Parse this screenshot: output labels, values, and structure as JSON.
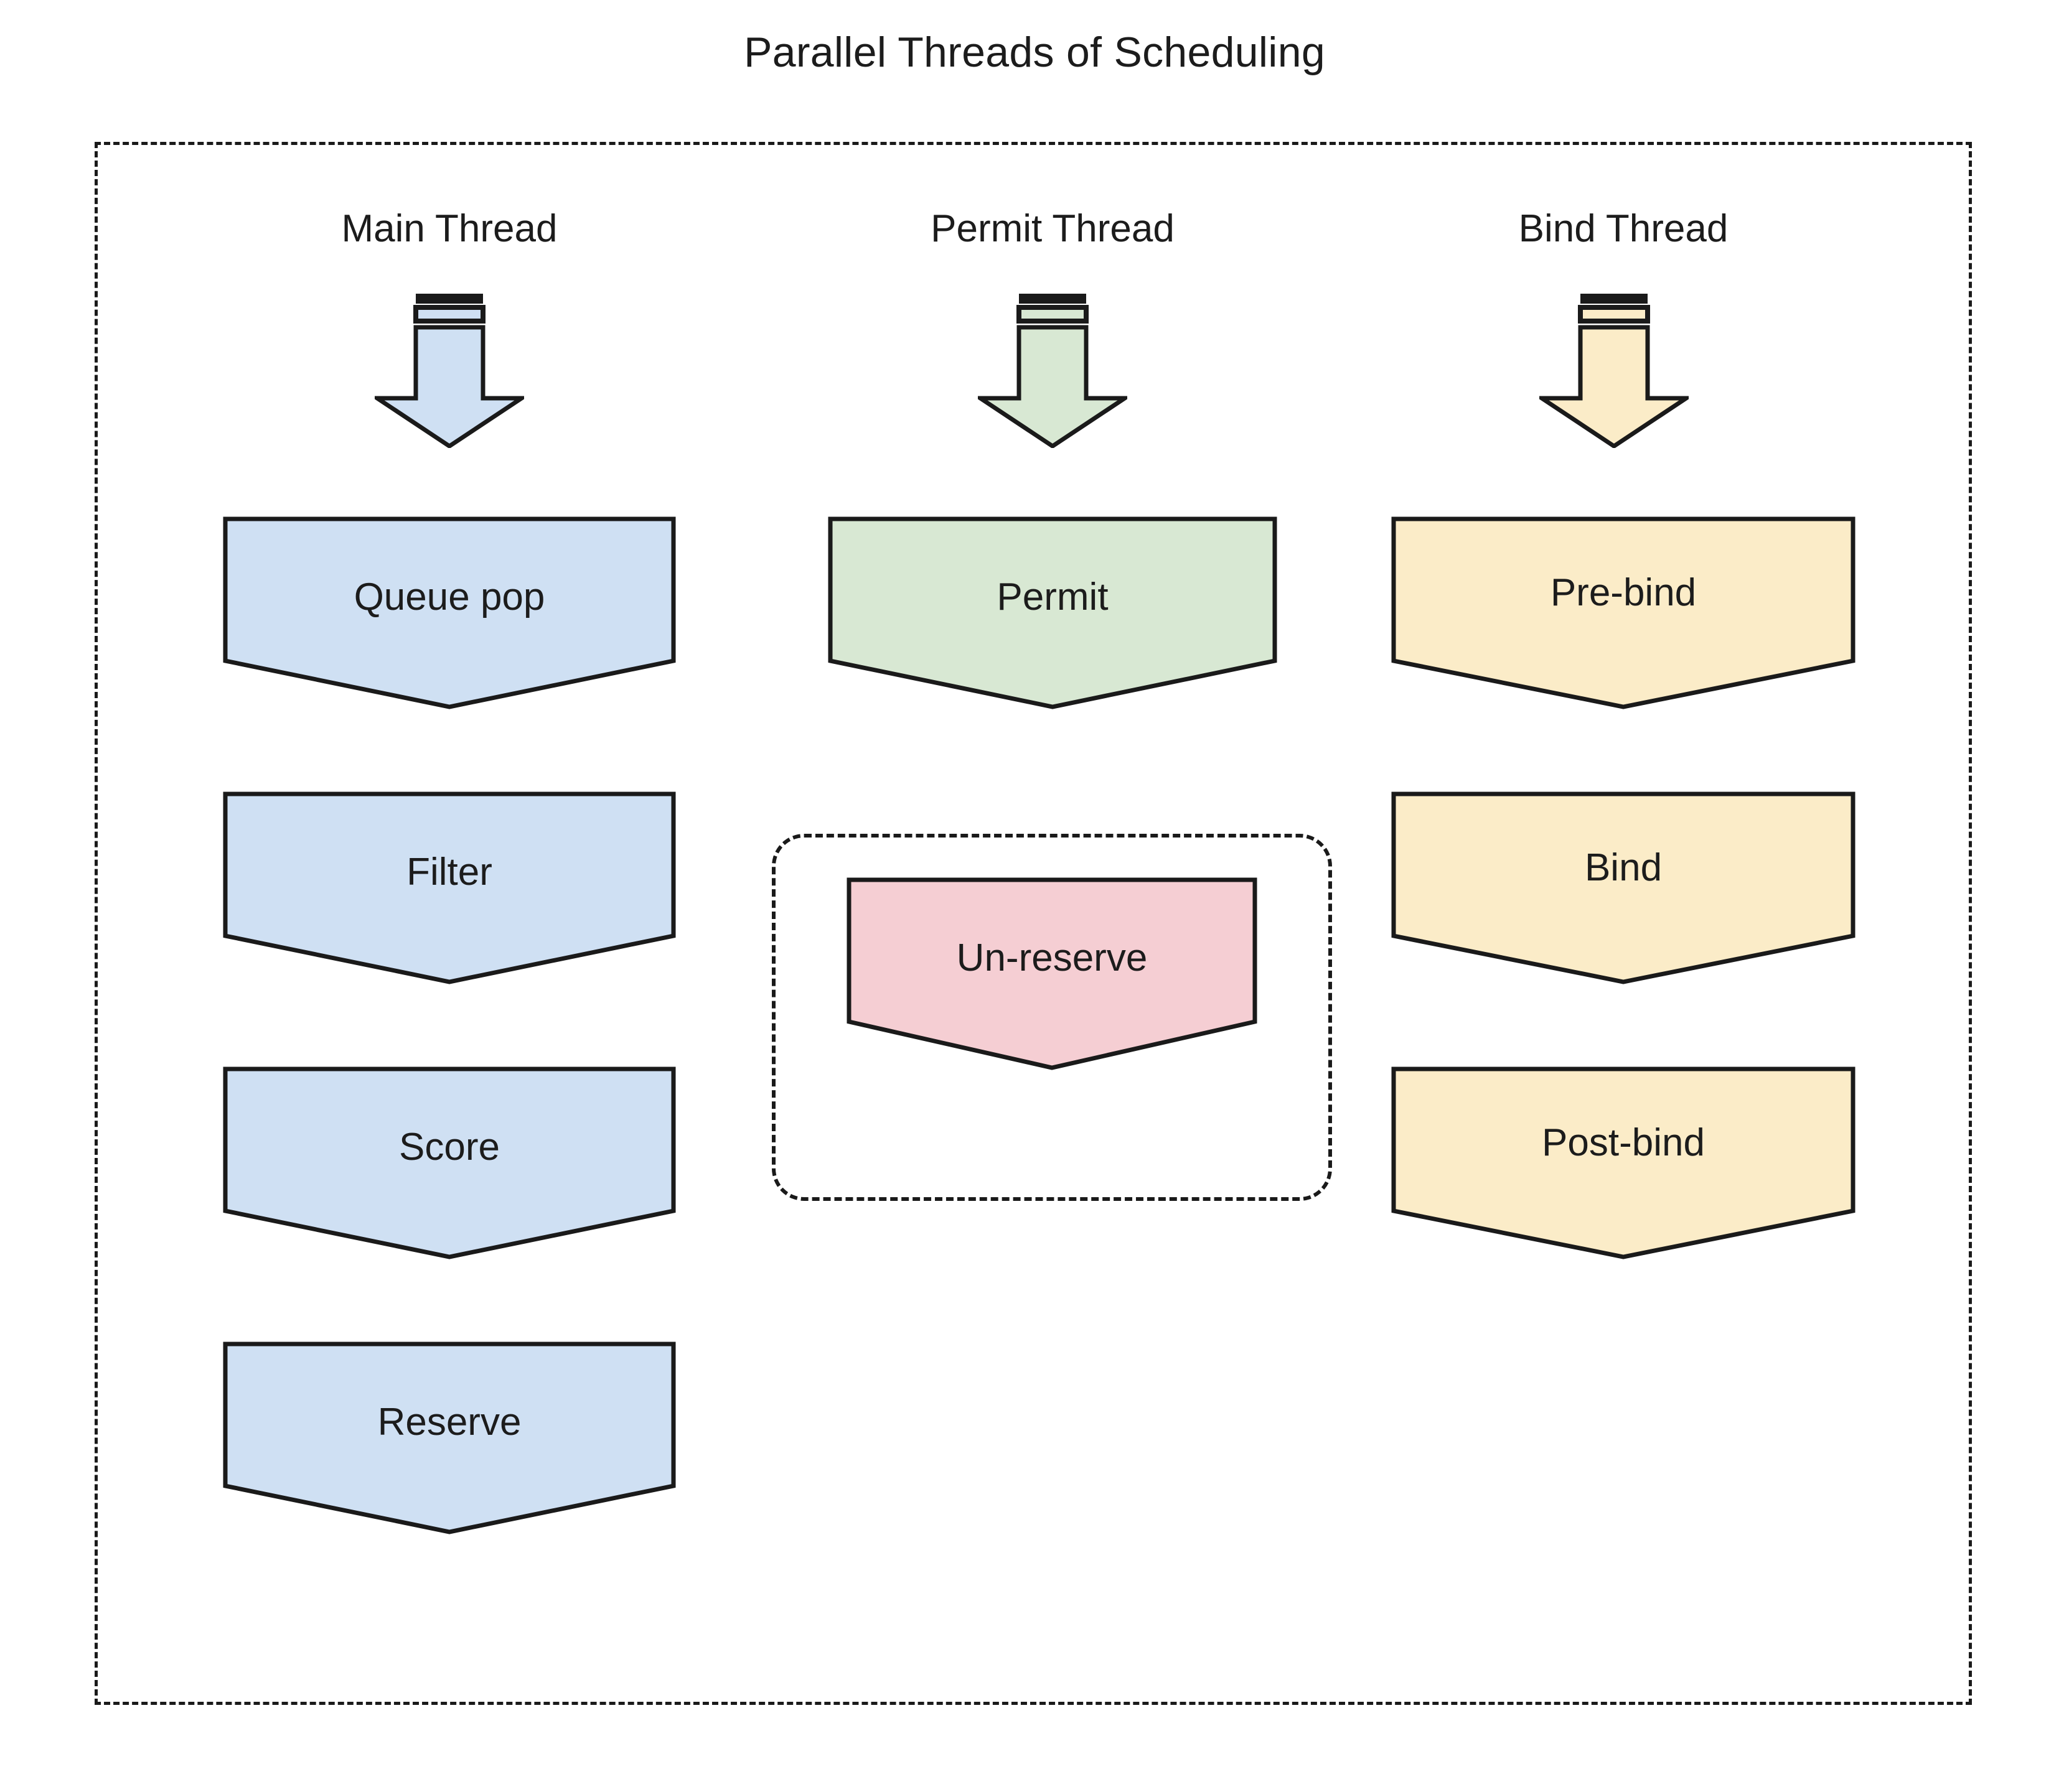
{
  "diagram": {
    "title": "Parallel Threads of Scheduling",
    "container_border_style": "dashed",
    "background": "#ffffff",
    "stroke_color": "#1a1a1a"
  },
  "colors": {
    "blue_fill": "#cfe0f3",
    "green_fill": "#d8e8d3",
    "yellow_fill": "#fbecc8",
    "pink_fill": "#f5ced3",
    "stroke": "#1a1a1a",
    "text": "#1c1c1c"
  },
  "threads": [
    {
      "id": "main-thread",
      "label": "Main Thread",
      "fill": "#cfe0f3",
      "arrow_icon": "down-arrow-icon",
      "steps": [
        {
          "id": "queue-pop",
          "label": "Queue pop",
          "fill": "#cfe0f3",
          "shape": "chevron"
        },
        {
          "id": "filter",
          "label": "Filter",
          "fill": "#cfe0f3",
          "shape": "chevron"
        },
        {
          "id": "score",
          "label": "Score",
          "fill": "#cfe0f3",
          "shape": "chevron"
        },
        {
          "id": "reserve",
          "label": "Reserve",
          "fill": "#cfe0f3",
          "shape": "chevron"
        }
      ]
    },
    {
      "id": "permit-thread",
      "label": "Permit Thread",
      "fill": "#d8e8d3",
      "arrow_icon": "down-arrow-icon",
      "steps": [
        {
          "id": "permit",
          "label": "Permit",
          "fill": "#d8e8d3",
          "shape": "chevron"
        },
        {
          "id": "un-reserve",
          "label": "Un-reserve",
          "fill": "#f5ced3",
          "shape": "chevron",
          "grouped": true
        }
      ]
    },
    {
      "id": "bind-thread",
      "label": "Bind Thread",
      "fill": "#fbecc8",
      "arrow_icon": "down-arrow-icon",
      "steps": [
        {
          "id": "pre-bind",
          "label": "Pre-bind",
          "fill": "#fbecc8",
          "shape": "chevron"
        },
        {
          "id": "bind",
          "label": "Bind",
          "fill": "#fbecc8",
          "shape": "chevron"
        },
        {
          "id": "post-bind",
          "label": "Post-bind",
          "fill": "#fbecc8",
          "shape": "chevron"
        }
      ]
    }
  ]
}
